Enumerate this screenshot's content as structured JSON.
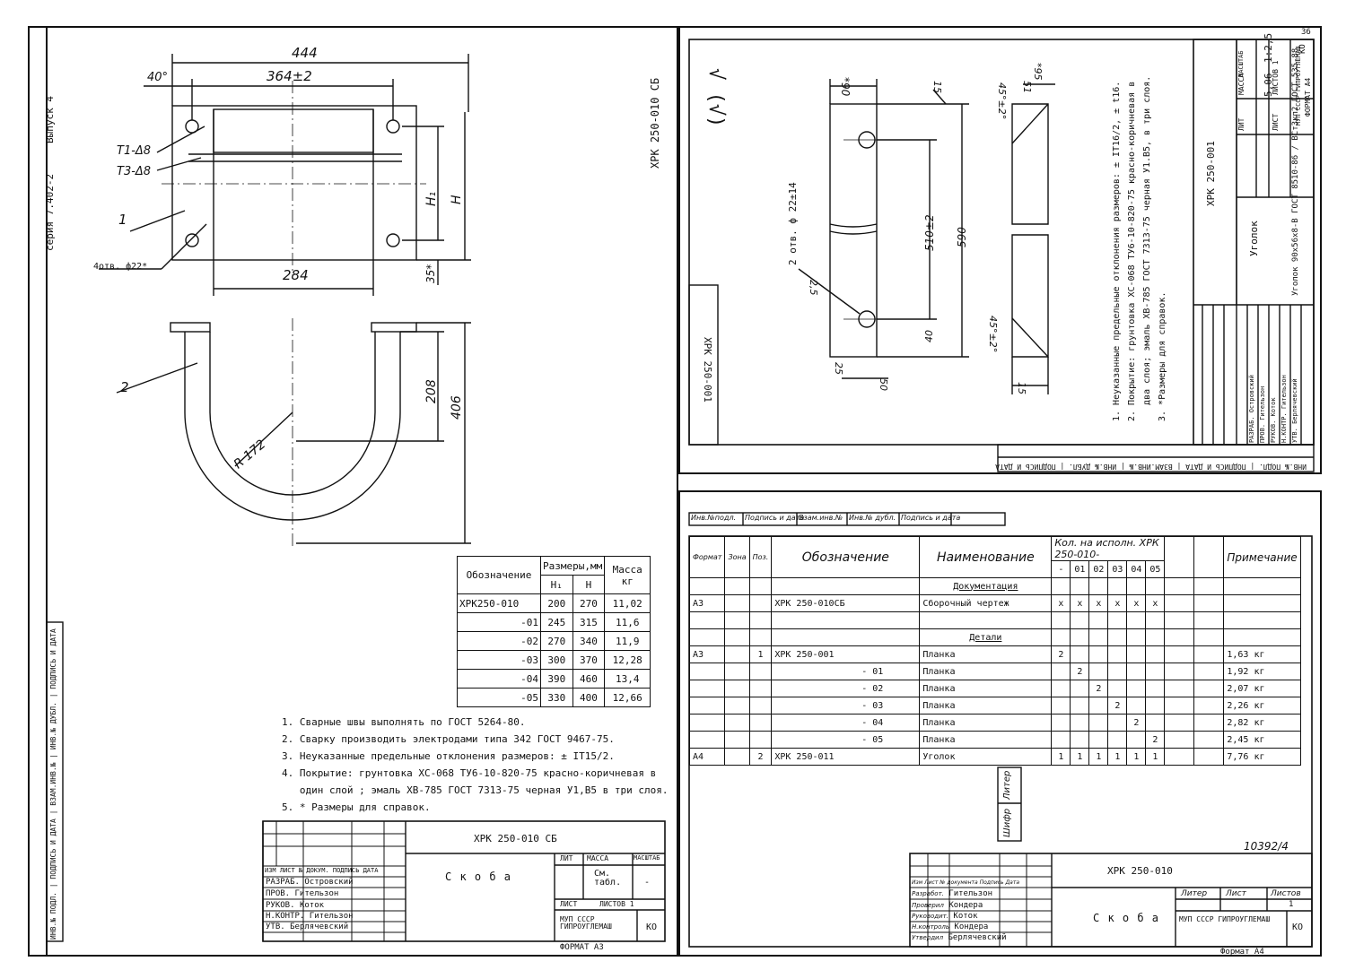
{
  "left_sheet": {
    "series_label": "серия 7.402-2",
    "issue_label": "Выпуск 4",
    "doc_code": "ХРК 250-010 СБ",
    "dims": {
      "total": "444",
      "inner": "364±2",
      "angle": "40°",
      "bottom": "284",
      "h1": "H₁",
      "h": "H",
      "small": "35*",
      "r": "R 172",
      "d208": "208",
      "d406": "406"
    },
    "callouts": {
      "t1": "Т1-Δ8",
      "t3": "Т3-Δ8",
      "p1": "1",
      "p2": "2",
      "holes": "4отв. ф22*"
    },
    "params_table": {
      "header_designation": "Обозначение",
      "header_sizes": "Размеры,мм",
      "header_mass": "Масса кг",
      "sub_h1": "Н₁",
      "sub_h": "Н",
      "rows": [
        {
          "d": "ХРК250-010",
          "h1": "200",
          "h": "270",
          "m": "11,02"
        },
        {
          "d": "-01",
          "h1": "245",
          "h": "315",
          "m": "11,6"
        },
        {
          "d": "-02",
          "h1": "270",
          "h": "340",
          "m": "11,9"
        },
        {
          "d": "-03",
          "h1": "300",
          "h": "370",
          "m": "12,28"
        },
        {
          "d": "-04",
          "h1": "390",
          "h": "460",
          "m": "13,4"
        },
        {
          "d": "-05",
          "h1": "330",
          "h": "400",
          "m": "12,66"
        }
      ]
    },
    "notes": [
      "1. Сварные швы выполнять по ГОСТ 5264-80.",
      "2. Сварку производить электродами типа 342 ГОСТ 9467-75.",
      "3. Неуказанные предельные отклонения размеров: ± IT15/2.",
      "4. Покрытие: грунтовка ХС-068 ТУ6-10-820-75 красно-коричневая в",
      "   один слой ; эмаль ХВ-785 ГОСТ 7313-75 черная У1,В5 в три слоя.",
      "5. * Размеры для справок."
    ],
    "title_block": {
      "code": "ХРК 250-010 СБ",
      "name": "С к о б а",
      "lit_header": "ЛИТ",
      "mass_header": "МАССА",
      "scale_header": "МАСШТАБ",
      "mass_value": "См. табл.",
      "scale_value": "-",
      "sheet": "ЛИСТ",
      "sheets": "ЛИСТОВ 1",
      "org": "МУП СССР ГИПРОУГЛЕМАШ",
      "ko": "КО",
      "format": "ФОРМАТ А3",
      "roles": [
        {
          "role": "РАЗРАБ.",
          "name": "Островский"
        },
        {
          "role": "ПРОВ.",
          "name": "Гительзон"
        },
        {
          "role": "РУКОВ.",
          "name": "Коток"
        },
        {
          "role": "Н.КОНТР.",
          "name": "Гительзон"
        },
        {
          "role": "УТВ.",
          "name": "Берлячевский"
        }
      ],
      "header_cols": "ИЗМ ЛИСТ № ДОКУМ. ПОДПИСЬ ДАТА"
    },
    "side_stamp": "ИНВ.№ ПОДЛ. | ПОДПИСЬ И ДАТА | ВЗАМ.ИНВ.№ | ИНВ.№ ДУБЛ. | ПОДПИСЬ И ДАТА"
  },
  "top_right_sheet": {
    "roughness": "√ (√)",
    "doc_code": "ХРК 250-001",
    "title_code": "ХРК 250-001",
    "dims": {
      "d90": "*90",
      "d15": "15",
      "d510": "510±2",
      "d590": "590",
      "d40": "40",
      "d50": "50",
      "d25": "25",
      "d25b": "2,5",
      "d95": "*95",
      "d51": "51",
      "deg1": "45°±2°",
      "deg2": "45°±2°",
      "d15b": "15",
      "holes": "2 отв. ф 22±14"
    },
    "notes": [
      "1. Неуказанные предельные отклонения размеров: ± IT16/2, ± t16.",
      "2. Покрытие: грунтовка ХС-068 ТУ6-10-820-75 красно-коричневая в",
      "   два слоя; эмаль ХВ-785 ГОСТ 7313-75 черная У1.В5, в три слоя.",
      "3. *Размеры для справок."
    ],
    "title_block": {
      "name": "Уголок",
      "material": "Уголок 90х56х8-В ГОСТ 8510-86 / ВСт3кп2 ГОСТ 535-88",
      "mass": "5,06",
      "scale": "1:2,5",
      "lit": "ЛИТ",
      "mass_h": "МАССА",
      "scale_h": "МАСШТАБ",
      "sheet": "ЛИСТ",
      "sheets": "ЛИСТОВ 1",
      "org": "МУП СССР ГИПРОУГЛЕМАШ",
      "ko": "КО",
      "format": "ФОРМАТ А4",
      "roles": [
        "РАЗРАБ. Островский",
        "ПРОВ. Гительзон",
        "РУКОВ. Коток",
        "Н.КОНТР. Гительзон",
        "УТВ. Берлячевский"
      ]
    },
    "bottom_stamp": "ИНВ.№ ПОДЛ. | ПОДПИСЬ И ДАТА | ВЗАМ.ИНВ.№ | ИНВ.№ ДУБЛ. | ПОДПИСЬ И ДАТА",
    "corner": "36"
  },
  "spec_sheet": {
    "top_stamp": [
      "Инв.№подл.",
      "Подпись и дата",
      "Взам.инв.№",
      "Инв.№ дубл.",
      "Подпись и дата"
    ],
    "col_format": "Формат",
    "col_zone": "Зона",
    "col_pos": "Поз.",
    "col_designation": "Обозначение",
    "col_name": "Наименование",
    "col_qty": "Кол. на исполн. ХРК 250-010-",
    "col_note": "Примечание",
    "qty_cols": [
      "-",
      "01",
      "02",
      "03",
      "04",
      "05"
    ],
    "rows": [
      {
        "f": "",
        "z": "",
        "p": "",
        "d": "",
        "n": "Документация",
        "q": [
          "",
          "",
          "",
          "",
          "",
          ""
        ],
        "note": ""
      },
      {
        "f": "А3",
        "z": "",
        "p": "",
        "d": "ХРК 250-010СБ",
        "n": "Сборочный чертеж",
        "q": [
          "х",
          "х",
          "х",
          "х",
          "х",
          "х"
        ],
        "note": ""
      },
      {
        "f": "",
        "z": "",
        "p": "",
        "d": "",
        "n": "",
        "q": [
          "",
          "",
          "",
          "",
          "",
          ""
        ],
        "note": ""
      },
      {
        "f": "",
        "z": "",
        "p": "",
        "d": "",
        "n": "Детали",
        "q": [
          "",
          "",
          "",
          "",
          "",
          ""
        ],
        "note": ""
      },
      {
        "f": "А3",
        "z": "",
        "p": "1",
        "d": "ХРК 250-001",
        "n": "Планка",
        "q": [
          "2",
          "",
          "",
          "",
          "",
          ""
        ],
        "note": "1,63 кг"
      },
      {
        "f": "",
        "z": "",
        "p": "",
        "d": "- 01",
        "n": "Планка",
        "q": [
          "",
          "2",
          "",
          "",
          "",
          ""
        ],
        "note": "1,92 кг"
      },
      {
        "f": "",
        "z": "",
        "p": "",
        "d": "- 02",
        "n": "Планка",
        "q": [
          "",
          "",
          "2",
          "",
          "",
          ""
        ],
        "note": "2,07 кг"
      },
      {
        "f": "",
        "z": "",
        "p": "",
        "d": "- 03",
        "n": "Планка",
        "q": [
          "",
          "",
          "",
          "2",
          "",
          ""
        ],
        "note": "2,26 кг"
      },
      {
        "f": "",
        "z": "",
        "p": "",
        "d": "- 04",
        "n": "Планка",
        "q": [
          "",
          "",
          "",
          "",
          "2",
          ""
        ],
        "note": "2,82 кг"
      },
      {
        "f": "",
        "z": "",
        "p": "",
        "d": "- 05",
        "n": "Планка",
        "q": [
          "",
          "",
          "",
          "",
          "",
          "2"
        ],
        "note": "2,45 кг"
      },
      {
        "f": "А4",
        "z": "",
        "p": "2",
        "d": "ХРК 250-011",
        "n": "Уголок",
        "q": [
          "1",
          "1",
          "1",
          "1",
          "1",
          "1"
        ],
        "note": "7,76 кг"
      }
    ],
    "side_labels": [
      "Литер",
      "Шифр"
    ],
    "sheet_number": "10392/4",
    "title_block": {
      "code": "ХРК 250-010",
      "name": "С к о б а",
      "lit": "Литер",
      "sheet": "Лист",
      "sheets": "Листов",
      "sheets_value": "1",
      "org": "МУП СССР ГИПРОУГЛЕМАШ",
      "ko": "КО",
      "format": "Формат А4",
      "roles": [
        {
          "role": "Разработ.",
          "name": "Гительзон"
        },
        {
          "role": "Проверил",
          "name": "Кондера"
        },
        {
          "role": "Руководит.",
          "name": "Коток"
        },
        {
          "role": "Н.контроль",
          "name": "Кондера"
        },
        {
          "role": "Утвердил",
          "name": "Берлячевский"
        }
      ],
      "header_cols": "Изм Лист № документа Подпись Дата"
    }
  }
}
